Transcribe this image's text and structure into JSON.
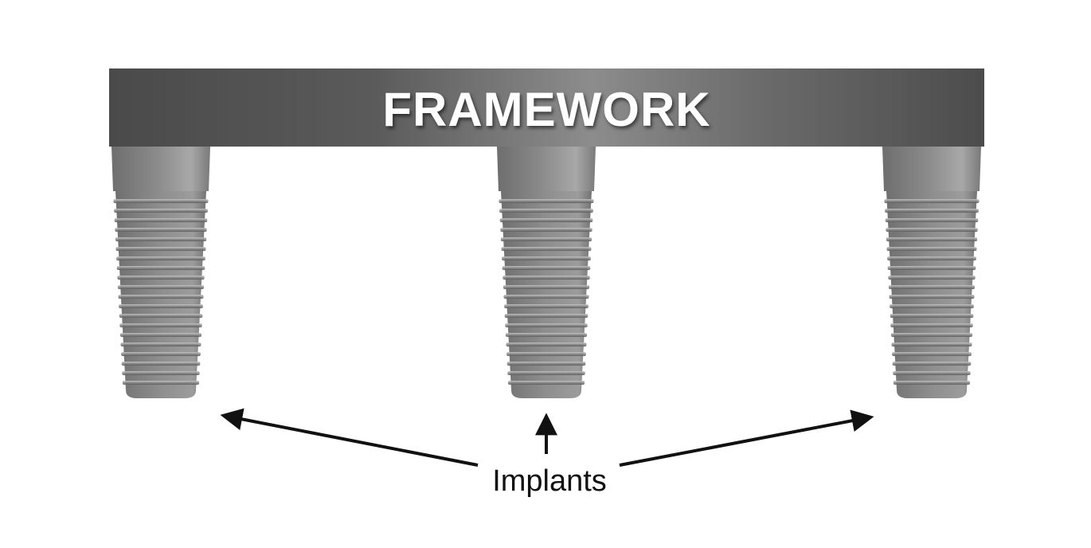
{
  "framework": {
    "label": "FRAMEWORK"
  },
  "implants": {
    "count": 3,
    "label": "Implants"
  },
  "colors": {
    "framework_dark": "#4a4a4a",
    "framework_light": "#8c8c8c",
    "implant_body": "#777777",
    "label_text": "#111111",
    "arrow": "#111111"
  }
}
